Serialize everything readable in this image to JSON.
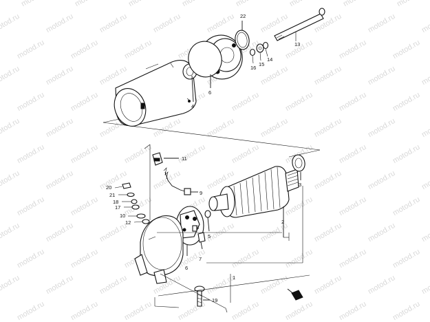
{
  "watermark": "motod.ru",
  "callouts": {
    "c1": "1",
    "c2": "2",
    "c3": "3",
    "c4": "4",
    "c5": "5",
    "c6a": "6",
    "c6b": "6",
    "c7": "7",
    "c8": "8",
    "c9": "9",
    "c10": "10",
    "c11": "11",
    "c12": "12",
    "c13": "13",
    "c14": "14",
    "c15": "15",
    "c16": "16",
    "c17": "17",
    "c18": "18",
    "c19": "19",
    "c20": "20",
    "c21": "21",
    "c22": "22"
  }
}
